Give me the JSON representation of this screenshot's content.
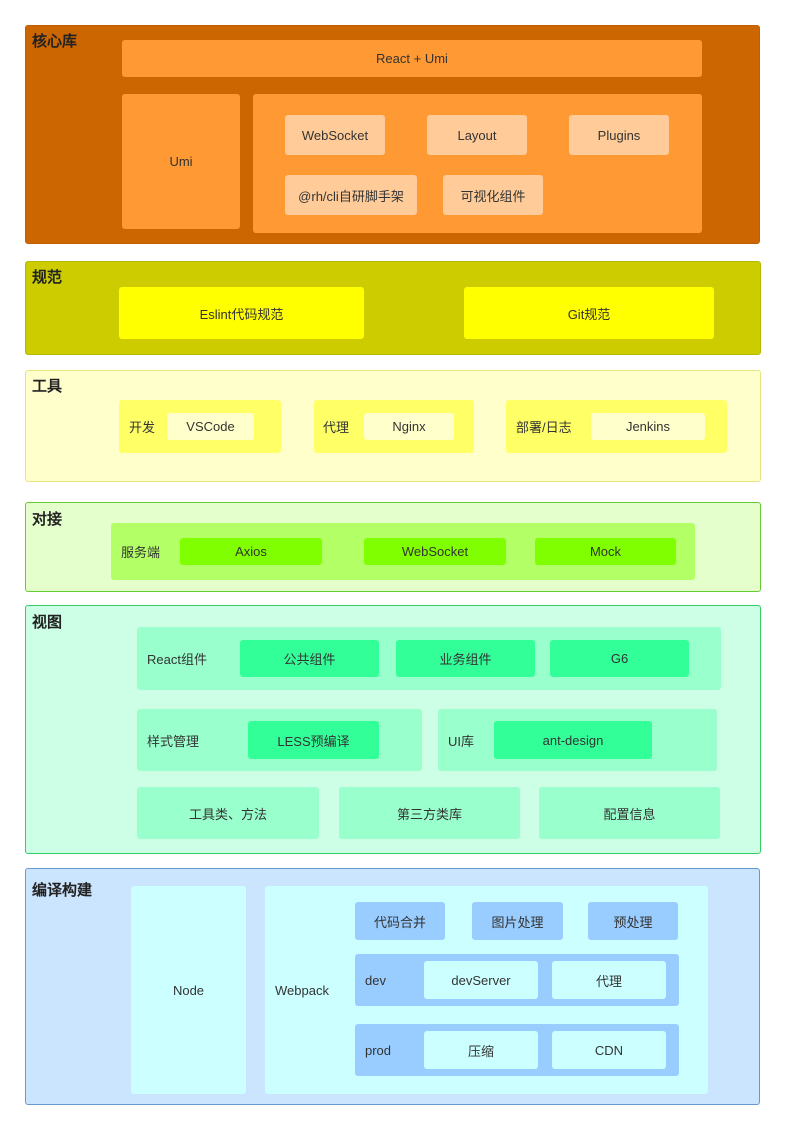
{
  "core": {
    "title": "核心库",
    "react_umi": "React + Umi",
    "umi": "Umi",
    "items": [
      "WebSocket",
      "Layout",
      "Plugins",
      "@rh/cli自研脚手架",
      "可视化组件"
    ],
    "colors": {
      "section": "#cc6600",
      "tile": "#ff9933",
      "item": "#ffcc99"
    }
  },
  "spec": {
    "title": "规范",
    "items": [
      "Eslint代码规范",
      "Git规范"
    ],
    "colors": {
      "section": "#cccc00",
      "item": "#ffff00"
    }
  },
  "tools": {
    "title": "工具",
    "groups": [
      {
        "label": "开发",
        "item": "VSCode"
      },
      {
        "label": "代理",
        "item": "Nginx"
      },
      {
        "label": "部署/日志",
        "item": "Jenkins"
      }
    ],
    "colors": {
      "section": "#ffffcc",
      "group": "#ffff66",
      "item": "#ffffcc"
    }
  },
  "integration": {
    "title": "对接",
    "label": "服务端",
    "items": [
      "Axios",
      "WebSocket",
      "Mock"
    ],
    "colors": {
      "section": "#e5ffcc",
      "group": "#b3ff66",
      "item": "#80ff00"
    }
  },
  "view": {
    "title": "视图",
    "react": {
      "label": "React组件",
      "items": [
        "公共组件",
        "业务组件",
        "G6"
      ]
    },
    "style": {
      "label": "样式管理",
      "item": "LESS预编译"
    },
    "ui": {
      "label": "UI库",
      "item": "ant-design"
    },
    "misc": [
      "工具类、方法",
      "第三方类库",
      "配置信息"
    ],
    "colors": {
      "section": "#ccffe6",
      "group": "#99ffcc",
      "item": "#33ff99"
    }
  },
  "build": {
    "title": "编译构建",
    "node": "Node",
    "webpack": "Webpack",
    "items": [
      "代码合并",
      "图片处理",
      "预处理"
    ],
    "dev": {
      "label": "dev",
      "items": [
        "devServer",
        "代理"
      ]
    },
    "prod": {
      "label": "prod",
      "items": [
        "压缩",
        "CDN"
      ]
    },
    "colors": {
      "section": "#cce5ff",
      "panel": "#ccffff",
      "item": "#99ccff"
    }
  }
}
